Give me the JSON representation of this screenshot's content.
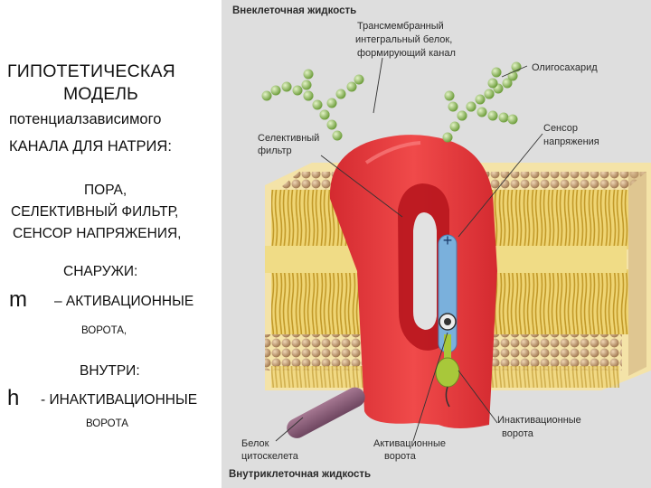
{
  "left_panel": {
    "line1": "ГИПОТЕТИЧЕСКАЯ",
    "line2": "МОДЕЛЬ",
    "line3": "потенциалзависимого",
    "line4": "КАНАЛА  ДЛЯ НАТРИЯ:",
    "line5": "ПОРА,",
    "line6": "СЕЛЕКТИВНЫЙ ФИЛЬТР,",
    "line7": "СЕНСОР НАПРЯЖЕНИЯ,",
    "line8": "СНАРУЖИ:",
    "line9_letter": "m",
    "line9_text": "– АКТИВАЦИОННЫЕ",
    "line10": "ВОРОТА,",
    "line11": "ВНУТРИ:",
    "line12_letter": "h",
    "line12_text": "- ИНАКТИВАЦИОННЫЕ",
    "line13": "ВОРОТА"
  },
  "diagram": {
    "top_title": "Внеклеточная жидкость",
    "bottom_title": "Внутриклеточная жидкость",
    "label_transmembrane_1": "Трансмембранный",
    "label_transmembrane_2": "интегральный белок,",
    "label_transmembrane_3": "формирующий канал",
    "label_oligosaccharide": "Олигосахарид",
    "label_selective_1": "Селективный",
    "label_selective_2": "фильтр",
    "label_sensor_1": "Сенсор",
    "label_sensor_2": "напряжения",
    "label_inact_1": "Инактивационные",
    "label_inact_2": "ворота",
    "label_cytoskeleton_1": "Белок",
    "label_cytoskeleton_2": "цитоскелета",
    "label_act_1": "Активационные",
    "label_act_2": "ворота",
    "plus_sign": "+",
    "minus_sign": "−",
    "colors": {
      "protein": "#e8323a",
      "protein_dark": "#c41e2a",
      "lipid_head": "#c9a37a",
      "lipid_tail": "#e8c04a",
      "sensor": "#7ab0dc",
      "gate": "#a8c83a",
      "chain": "#9fcc6a",
      "cytoskeleton": "#8a5a78",
      "background": "#dcdcdc"
    }
  }
}
